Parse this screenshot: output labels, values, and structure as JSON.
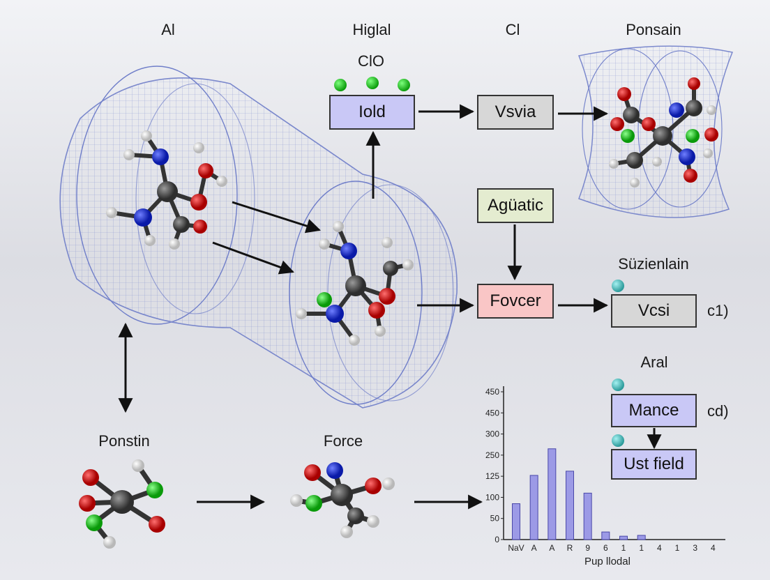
{
  "headers": {
    "col1": "Al",
    "col2": "Higlal",
    "col3": "Cl",
    "col4": "Ponsain",
    "clo": "ClO",
    "suzienlain": "Süzienlain",
    "aral": "Aral",
    "ponstin": "Ponstin",
    "force": "Force"
  },
  "boxes": {
    "iold": "Iold",
    "vsvia": "Vsvia",
    "aguatic": "Agüatic",
    "fovcer": "Fovcer",
    "vcsi": "Vcsi",
    "mance": "Mance",
    "ust_field": "Ust field"
  },
  "side_labels": {
    "c1": "c1)",
    "cd": "cd)"
  },
  "colors": {
    "box_violet": "#c9c8f6",
    "box_grey": "#d7d7d7",
    "box_green": "#e4ecd0",
    "box_pink": "#f9c6c6",
    "bar_fill": "#9c9ae6",
    "mesh": "#6f7ec9",
    "atom_carbon": "#444444",
    "atom_nitrogen": "#1a2fd6",
    "atom_oxygen": "#d41010",
    "atom_hydrogen": "#f4f4f4",
    "atom_chlorine": "#19c019"
  },
  "chart_data": {
    "type": "bar",
    "y_ticks": [
      "0",
      "50",
      "100",
      "125",
      "250",
      "300",
      "450",
      "450"
    ],
    "categories": [
      "NaV",
      "A",
      "A",
      "R",
      "9",
      "6",
      "1",
      "1",
      "4",
      "1",
      "3",
      "4"
    ],
    "values": [
      85,
      130,
      265,
      155,
      105,
      18,
      8,
      10,
      0,
      0,
      0,
      0
    ],
    "tick_values": [
      0,
      50,
      100,
      125,
      250,
      300,
      450,
      450
    ],
    "xlabel": "Pup llodal",
    "ylabel": "",
    "grid": false
  }
}
